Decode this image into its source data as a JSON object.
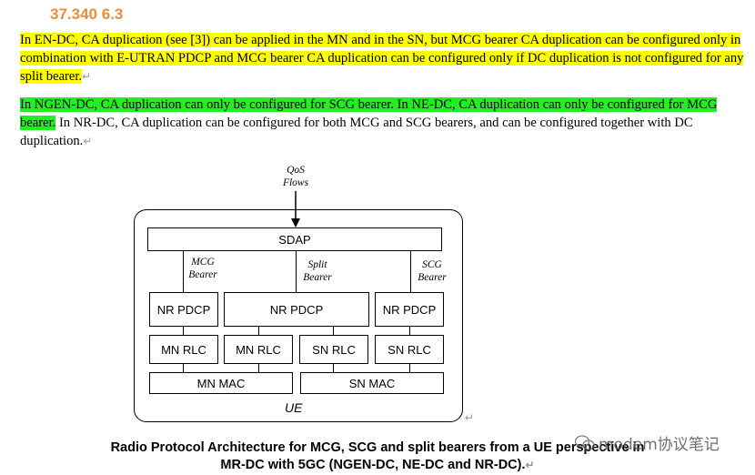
{
  "heading": "37.340 6.3",
  "paragraph1": {
    "text": "In EN-DC, CA duplication (see [3]) can be applied in the MN and in the SN, but MCG bearer CA duplication can be configured only in combination with E-UTRAN PDCP and MCG bearer CA duplication can be configured only if DC duplication is not configured for any split bearer.",
    "highlight_color": "#ffff00"
  },
  "paragraph2": {
    "highlighted": "In NGEN-DC, CA duplication can only be configured for SCG bearer. In NE-DC, CA duplication can only be configured for MCG bearer.",
    "plain": " In NR-DC, CA duplication can be configured for both MCG and SCG bearers, and can be configured together with DC duplication.",
    "highlight_color": "#22ee22"
  },
  "paragraph_mark": "↵",
  "diagram": {
    "qos_line1": "QoS",
    "qos_line2": "Flows",
    "sdap": "SDAP",
    "mcg_line1": "MCG",
    "mcg_line2": "Bearer",
    "split_line1": "Split",
    "split_line2": "Bearer",
    "scg_line1": "SCG",
    "scg_line2": "Bearer",
    "pdcp_left": "NR PDCP",
    "pdcp_center": "NR PDCP",
    "pdcp_right": "NR PDCP",
    "rlc1": "MN RLC",
    "rlc2": "MN RLC",
    "rlc3": "SN RLC",
    "rlc4": "SN RLC",
    "mac_mn": "MN MAC",
    "mac_sn": "SN MAC",
    "ue": "UE"
  },
  "caption": {
    "line1": "Radio Protocol Architecture for MCG, SCG and split bearers from a UE perspective in",
    "line2": "MR-DC with 5GC (NGEN-DC, NE-DC and NR-DC)."
  },
  "watermark": "modem协议笔记",
  "colors": {
    "heading": "#f08a3c",
    "yellow": "#ffff00",
    "green": "#22ee22"
  }
}
